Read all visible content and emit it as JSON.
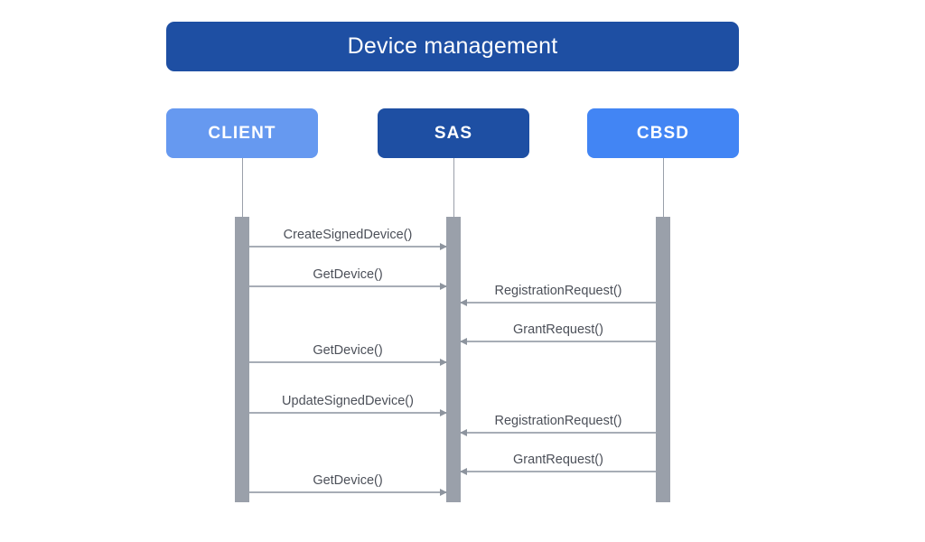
{
  "diagram": {
    "type": "sequence-diagram",
    "title": "Device management",
    "colors": {
      "title_bar": "#1e4fa3",
      "client_box": "#6699f0",
      "sas_box": "#1e4fa3",
      "cbsd_box": "#4285f4",
      "lifeline": "#9aa0aa",
      "message_line": "#a7adb6",
      "label_text": "#4c5059",
      "background": "#ffffff"
    },
    "participants": [
      {
        "id": "client",
        "label": "CLIENT",
        "color": "#6699f0"
      },
      {
        "id": "sas",
        "label": "SAS",
        "color": "#1e4fa3"
      },
      {
        "id": "cbsd",
        "label": "CBSD",
        "color": "#4285f4"
      }
    ],
    "messages": [
      {
        "index": 1,
        "label": "CreateSignedDevice()",
        "from": "client",
        "to": "sas",
        "direction": "right"
      },
      {
        "index": 2,
        "label": "GetDevice()",
        "from": "client",
        "to": "sas",
        "direction": "right"
      },
      {
        "index": 3,
        "label": "RegistrationRequest()",
        "from": "cbsd",
        "to": "sas",
        "direction": "left"
      },
      {
        "index": 4,
        "label": "GrantRequest()",
        "from": "cbsd",
        "to": "sas",
        "direction": "left"
      },
      {
        "index": 5,
        "label": "GetDevice()",
        "from": "client",
        "to": "sas",
        "direction": "right"
      },
      {
        "index": 6,
        "label": "UpdateSignedDevice()",
        "from": "client",
        "to": "sas",
        "direction": "right"
      },
      {
        "index": 7,
        "label": "RegistrationRequest()",
        "from": "cbsd",
        "to": "sas",
        "direction": "left"
      },
      {
        "index": 8,
        "label": "GrantRequest()",
        "from": "cbsd",
        "to": "sas",
        "direction": "left"
      },
      {
        "index": 9,
        "label": "GetDevice()",
        "from": "client",
        "to": "sas",
        "direction": "right"
      }
    ]
  }
}
